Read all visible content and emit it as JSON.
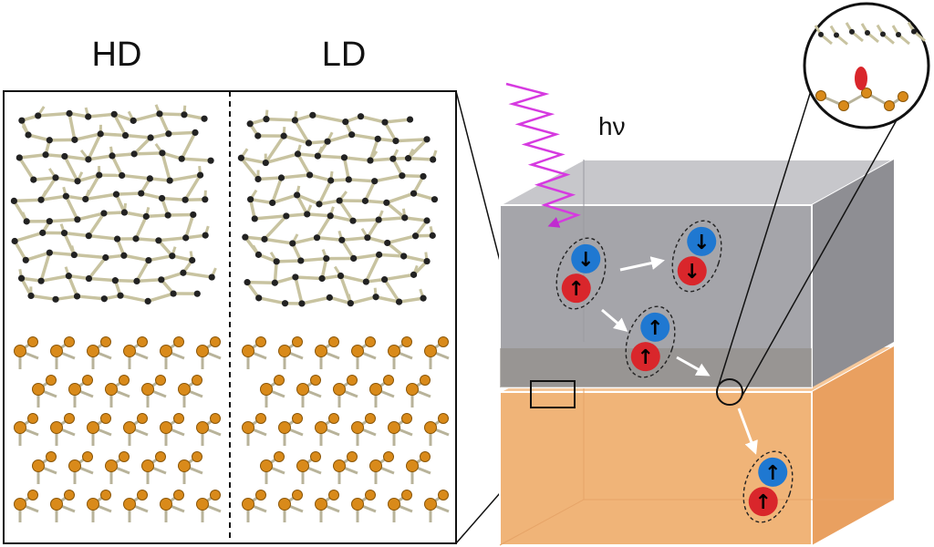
{
  "labels": {
    "hd": "HD",
    "ld": "LD",
    "photon": "hν"
  },
  "spins": {
    "up": "↑",
    "down": "↓"
  },
  "excitons": [
    {
      "id": "exciton-1",
      "top_spin": "down",
      "bottom_spin": "up"
    },
    {
      "id": "exciton-2",
      "top_spin": "down",
      "bottom_spin": "down"
    },
    {
      "id": "exciton-3",
      "top_spin": "up",
      "bottom_spin": "up"
    },
    {
      "id": "exciton-4",
      "top_spin": "up",
      "bottom_spin": "up"
    }
  ],
  "colors": {
    "upper_slab": "#a9a9ad",
    "lower_slab": "#f0b478",
    "spin_blue": "#1f78d1",
    "spin_red": "#d9262b",
    "photon": "#d63ae0",
    "silicon_atom": "#d98a1a",
    "carbon_atom": "#222222",
    "bond": "#c8c3a0"
  }
}
